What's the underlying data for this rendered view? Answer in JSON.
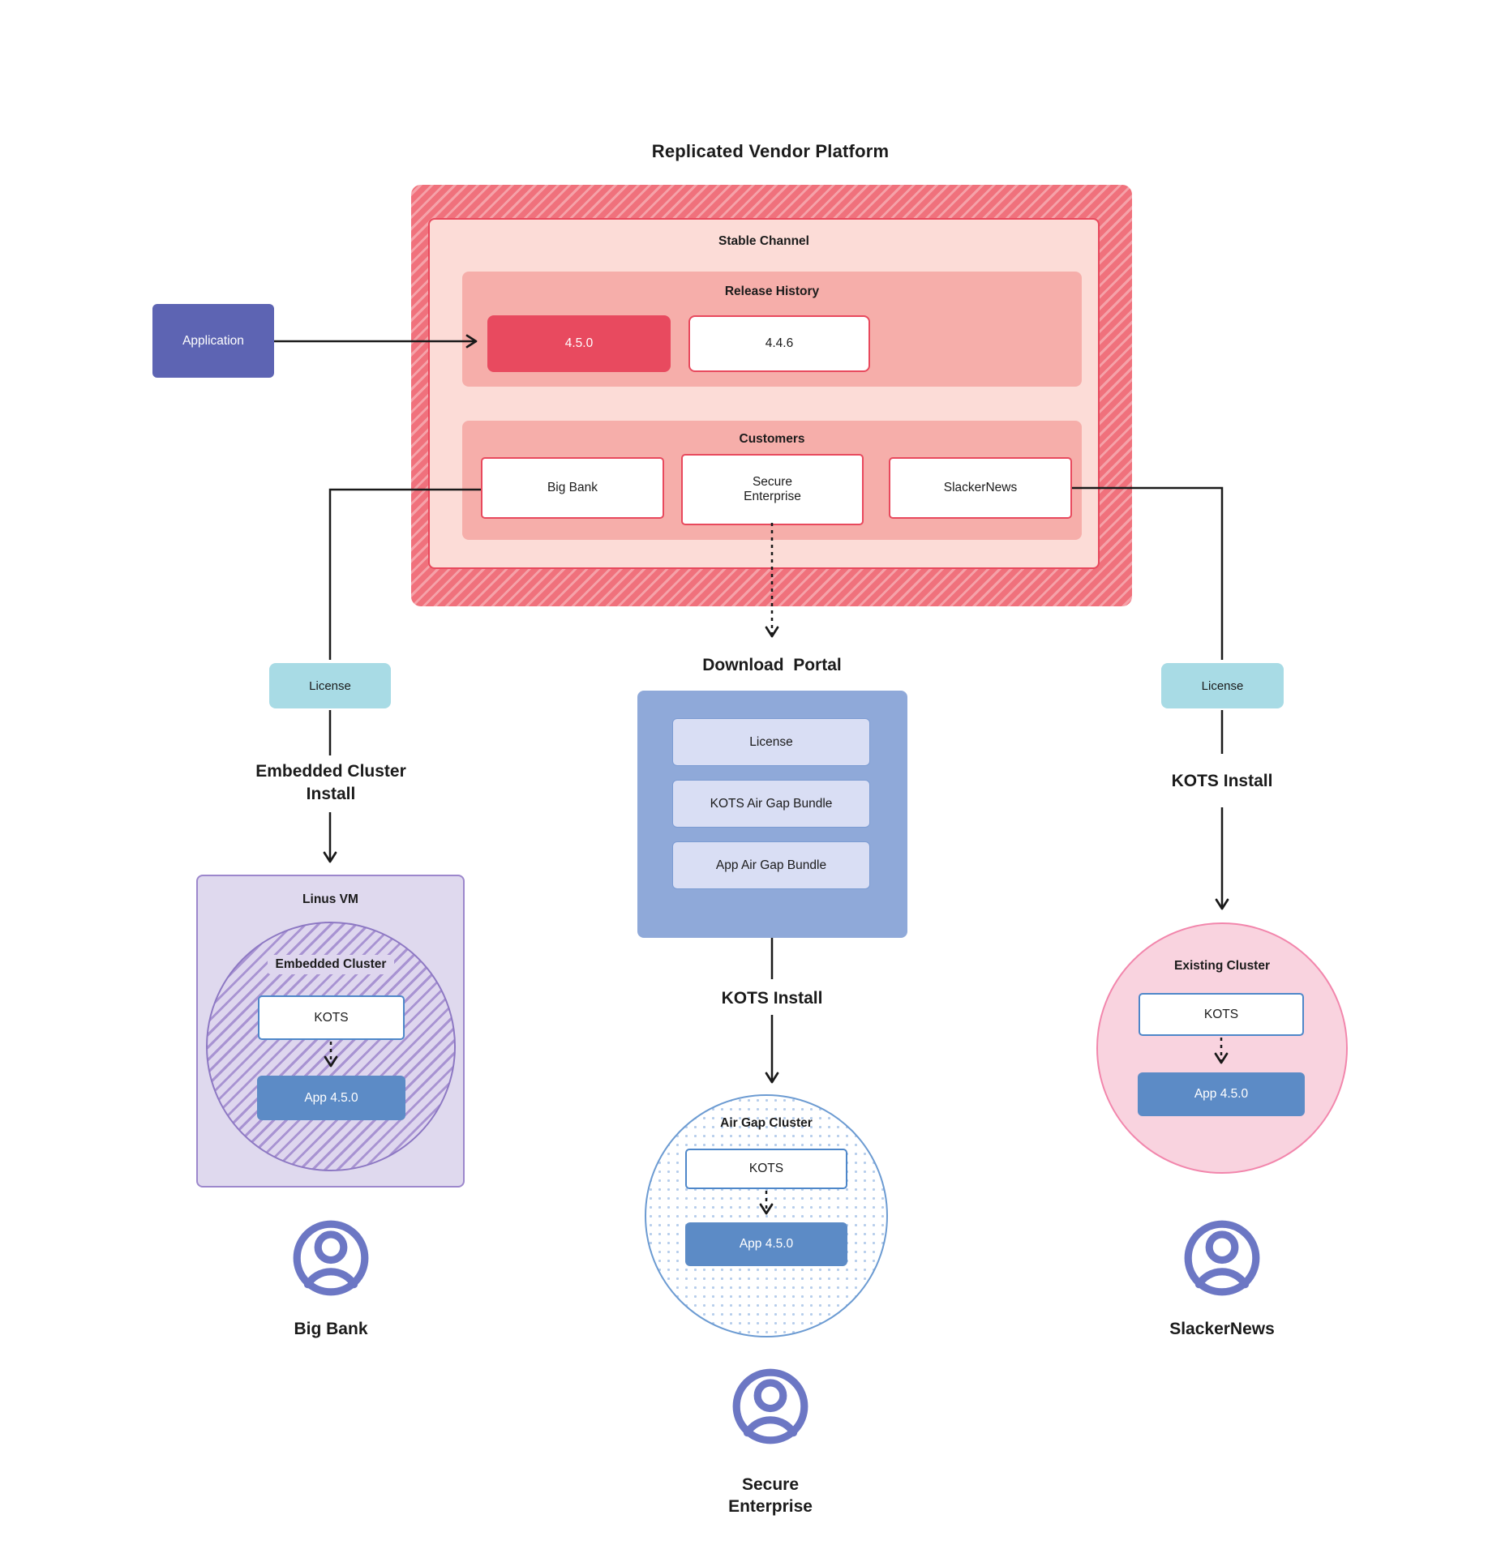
{
  "title": "Replicated Vendor Platform",
  "platform": {
    "stable_channel_label": "Stable Channel",
    "release_history_label": "Release History",
    "releases": [
      {
        "version": "4.5.0",
        "state": "current"
      },
      {
        "version": "4.4.6",
        "state": "previous"
      }
    ],
    "customers_label": "Customers",
    "customers": [
      "Big Bank",
      "Secure Enterprise",
      "SlackerNews"
    ]
  },
  "application_label": "Application",
  "left_flow": {
    "license_label": "License",
    "install_label": "Embedded Cluster Install",
    "vm_label": "Linus VM",
    "cluster_label": "Embedded Cluster",
    "kots_label": "KOTS",
    "app_label": "App 4.5.0",
    "user_label": "Big Bank"
  },
  "middle_flow": {
    "portal_label": "Download  Portal",
    "portal_items": [
      "License",
      "KOTS Air Gap Bundle",
      "App Air Gap Bundle"
    ],
    "install_label": "KOTS Install",
    "cluster_label": "Air Gap Cluster",
    "kots_label": "KOTS",
    "app_label": "App 4.5.0",
    "user_label": "Secure Enterprise"
  },
  "right_flow": {
    "license_label": "License",
    "install_label": "KOTS Install",
    "cluster_label": "Existing Cluster",
    "kots_label": "KOTS",
    "app_label": "App 4.5.0",
    "user_label": "SlackerNews"
  },
  "colors": {
    "hatch_red_base": "#f0717c",
    "hatch_red_stripe": "#f5a2a9",
    "stable_fill": "#fcdcd7",
    "red_border": "#e8495d",
    "inner_pink": "#f6aeaa",
    "release_highlight": "#e84a5f",
    "application_purple": "#5d64b3",
    "license_teal": "#a8dbe5",
    "vm_purple_fill": "#dfd9ee",
    "vm_purple_border": "#9c87cc",
    "hatch_purple_stripe": "#a893d2",
    "kots_border_blue": "#4e87c9",
    "app_blue": "#5c8bc6",
    "portal_blue": "#8fa9d9",
    "portal_item_fill": "#d9def4",
    "airgap_dot_blue": "#b6cdeb",
    "existing_pink_fill": "#f9d3df",
    "existing_pink_border": "#f286ac",
    "person_purple": "#6c77c4",
    "line_black": "#1a1a1a"
  }
}
